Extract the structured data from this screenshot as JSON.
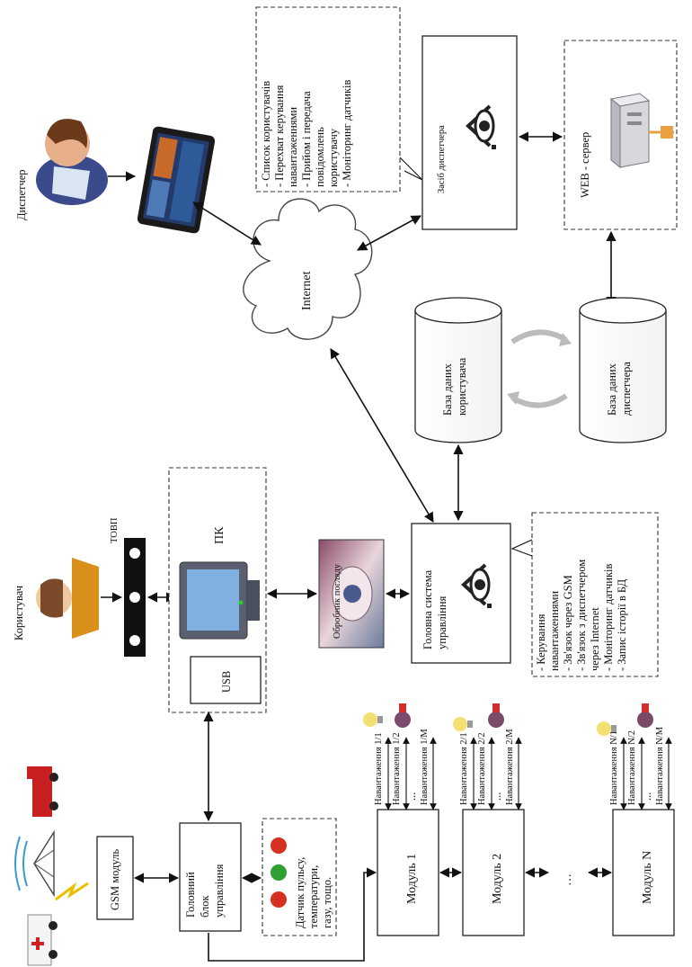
{
  "people": {
    "dispatcher": "Диспетчер",
    "user": "Користувач"
  },
  "tovp": "ТОВП",
  "pc": "ПК",
  "usb": "USB",
  "image_processor": "Обробник погляду",
  "main_control": [
    "Головна система",
    "управління"
  ],
  "main_control_features": [
    "- Керування",
    "навантаженнями",
    "- Зв'язок через GSM",
    "- Зв'язок з диспетчером",
    "через Internet",
    "- Моніторинг датчиків",
    "- Запис історії в БД"
  ],
  "internet": "Internet",
  "dispatcher_tool": "Засіб диспетчера",
  "dispatcher_features": [
    "- Список користувачів",
    "- Перехват керування",
    "навантаженнями",
    "- Прийом і передача",
    "повідомлень",
    "користувачу",
    "- Моніторинг датчиків"
  ],
  "web_server": "WEB - сервер",
  "db_user": [
    "База даних",
    "користувача"
  ],
  "db_dispatcher": [
    "База даних",
    "диспетчера"
  ],
  "gsm_module": "GSM модуль",
  "main_block": [
    "Головний",
    "блок",
    "управління"
  ],
  "sensors": [
    "Датчик пульсу,",
    "температури,",
    "газу, тощо."
  ],
  "modules": [
    {
      "label": "Модуль 1",
      "loads": [
        "Навантаження 1/1",
        "Навантаження 1/2",
        "Навантаження 1/M"
      ]
    },
    {
      "label": "Модуль 2",
      "loads": [
        "Навантаження 2/1",
        "Навантаження 2/2",
        "Навантаження 2/M"
      ]
    },
    {
      "label": "Модуль N",
      "loads": [
        "Навантаження N/1",
        "Навантаження N/2",
        "Навантаження N/M"
      ]
    }
  ],
  "ellipsis": "...",
  "dots": "…",
  "icons": [
    "person-icon",
    "tablet-icon",
    "server-icon",
    "eye-logo-icon",
    "monitor-icon",
    "ambulance-icon",
    "fire-truck-icon",
    "antenna-icon",
    "bulb-icon",
    "valve-icon",
    "sensor-icon"
  ]
}
